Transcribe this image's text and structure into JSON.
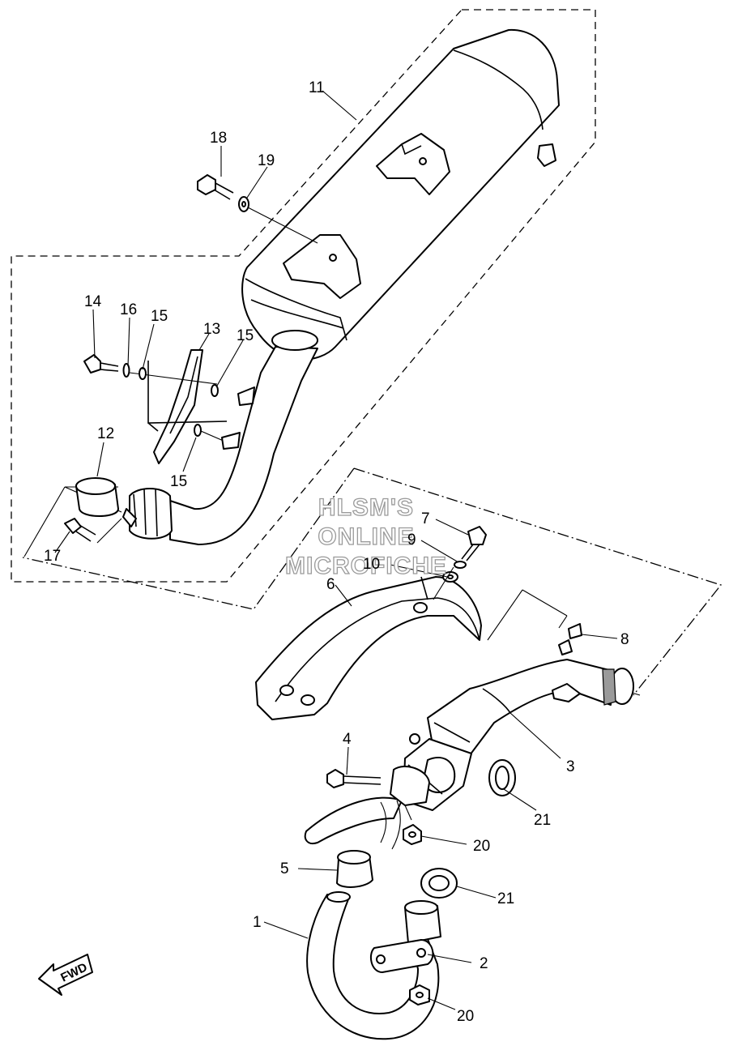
{
  "watermark": {
    "line1": "HLSM'S",
    "line2": "ONLINE",
    "line3": "MICROFICHE"
  },
  "direction_arrow": {
    "label": "FWD"
  },
  "callouts": {
    "p1": "1",
    "p2": "2",
    "p3": "3",
    "p4": "4",
    "p5": "5",
    "p6": "6",
    "p7": "7",
    "p8": "8",
    "p9": "9",
    "p10": "10",
    "p11": "11",
    "p12": "12",
    "p13": "13",
    "p14": "14",
    "p15a": "15",
    "p15b": "15",
    "p15c": "15",
    "p16": "16",
    "p17": "17",
    "p18": "18",
    "p19": "19",
    "p20a": "20",
    "p20b": "20",
    "p21a": "21",
    "p21b": "21"
  },
  "colors": {
    "line": "#000000",
    "background": "#ffffff",
    "shading": "#9a9a9a",
    "watermark_outline": "#9a9a9a"
  }
}
